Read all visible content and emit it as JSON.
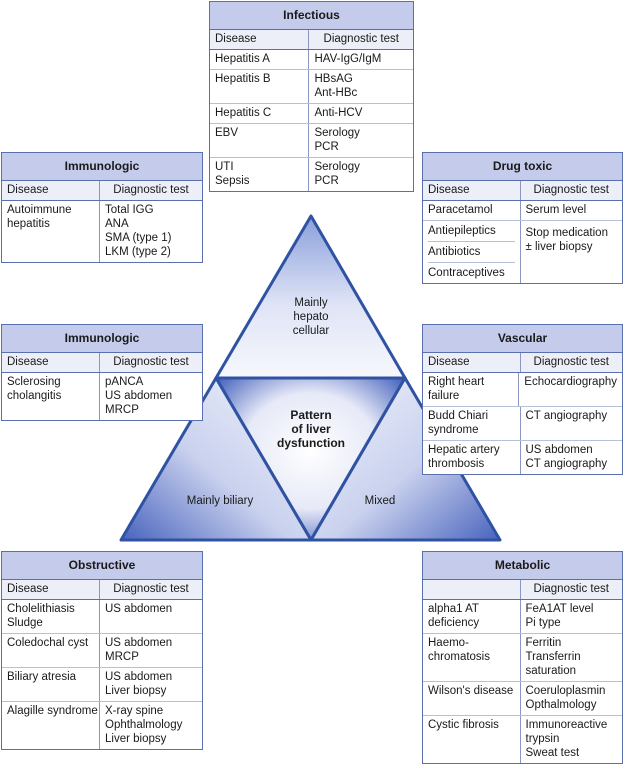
{
  "diagram": {
    "center_label": [
      "Pattern",
      "of liver",
      "dysfunction"
    ],
    "top_label": [
      "Mainly",
      "hepato",
      "cellular"
    ],
    "left_label": [
      "Mainly biliary"
    ],
    "right_label": [
      "Mixed"
    ],
    "colors": {
      "stroke": "#2f52a3",
      "fill_dark": "#5a74c6",
      "fill_light": "#ffffff"
    }
  },
  "headers": {
    "disease": "Disease",
    "test": "Diagnostic test",
    "blank": ""
  },
  "tables": {
    "infectious": {
      "title": "Infectious",
      "rows": [
        {
          "disease": [
            "Hepatitis A"
          ],
          "test": [
            "HAV-IgG/IgM"
          ]
        },
        {
          "disease": [
            "Hepatitis B"
          ],
          "test": [
            "HBsAG",
            "Ant-HBc"
          ]
        },
        {
          "disease": [
            "Hepatitis C"
          ],
          "test": [
            "Anti-HCV"
          ]
        },
        {
          "disease": [
            "EBV"
          ],
          "test": [
            "Serology",
            "PCR"
          ]
        },
        {
          "disease": [
            "UTI",
            "Sepsis"
          ],
          "test": [
            "Serology",
            "PCR"
          ]
        }
      ]
    },
    "immunologic1": {
      "title": "Immunologic",
      "rows": [
        {
          "disease": [
            "Autoimmune",
            "hepatitis"
          ],
          "test": [
            "Total IGG",
            "ANA",
            "SMA (type 1)",
            "LKM (type 2)"
          ]
        }
      ]
    },
    "drug_toxic": {
      "title": "Drug toxic",
      "rows": [
        {
          "disease": [
            "Paracetamol"
          ],
          "test": [
            "Serum level"
          ]
        },
        {
          "disease": [
            "Antiepileptics",
            "Antibiotics",
            "Contraceptives"
          ],
          "test": [
            "Stop medication",
            "± liver biopsy"
          ]
        }
      ]
    },
    "immunologic2": {
      "title": "Immunologic",
      "rows": [
        {
          "disease": [
            "Sclerosing",
            "cholangitis"
          ],
          "test": [
            "pANCA",
            "US abdomen",
            "MRCP"
          ]
        }
      ]
    },
    "vascular": {
      "title": "Vascular",
      "rows": [
        {
          "disease": [
            "Right heart",
            "failure"
          ],
          "test": [
            "Echocardiography"
          ]
        },
        {
          "disease": [
            "Budd Chiari",
            "syndrome"
          ],
          "test": [
            "CT angiography"
          ]
        },
        {
          "disease": [
            "Hepatic artery",
            "thrombosis"
          ],
          "test": [
            "US abdomen",
            "CT angiography"
          ]
        }
      ]
    },
    "obstructive": {
      "title": "Obstructive",
      "rows": [
        {
          "disease": [
            "Cholelithiasis",
            "Sludge"
          ],
          "test": [
            "US abdomen"
          ]
        },
        {
          "disease": [
            "Coledochal cyst"
          ],
          "test": [
            "US abdomen",
            "MRCP"
          ]
        },
        {
          "disease": [
            "Biliary atresia"
          ],
          "test": [
            "US abdomen",
            "Liver biopsy"
          ]
        },
        {
          "disease": [
            "Alagille syndrome"
          ],
          "test": [
            "X-ray spine",
            "Ophthalmology",
            "Liver biopsy"
          ]
        }
      ]
    },
    "metabolic": {
      "title": "Metabolic",
      "rows": [
        {
          "disease": [
            "alpha1 AT",
            "deficiency"
          ],
          "test": [
            "FeA1AT level",
            "Pi type"
          ]
        },
        {
          "disease": [
            "Haemo-",
            "chromatosis"
          ],
          "test": [
            "Ferritin",
            "Transferrin",
            "saturation"
          ]
        },
        {
          "disease": [
            "Wilson's disease"
          ],
          "test": [
            "Coeruloplasmin",
            "Opthalmology"
          ]
        },
        {
          "disease": [
            "Cystic fibrosis"
          ],
          "test": [
            "Immunoreactive",
            "trypsin",
            "Sweat test"
          ]
        }
      ]
    }
  }
}
